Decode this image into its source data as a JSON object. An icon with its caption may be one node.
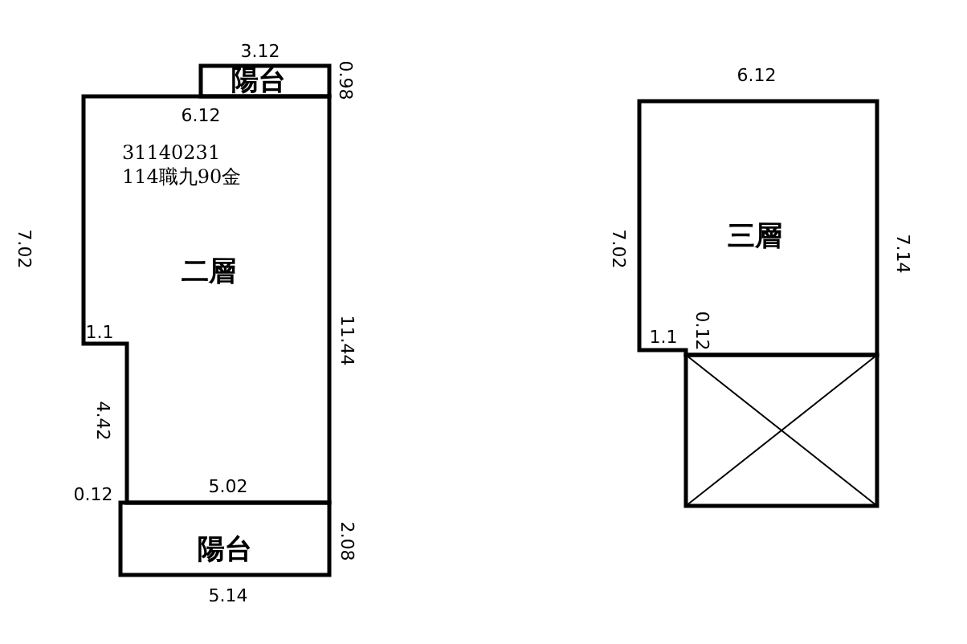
{
  "diagram": {
    "nodes": [
      {
        "text": [
          "陽台"
        ]
      },
      {
        "text": [
          "二層"
        ]
      },
      {
        "text": [
          "陽台"
        ]
      },
      {
        "text": [
          "三層"
        ]
      },
      {
        "text": [],
        "shape": "box"
      }
    ],
    "labels": [
      "3.12",
      "0.98",
      "6.12",
      "31140231",
      "114職九90金",
      "6.12",
      "7.02",
      "7.02",
      "7.14",
      "11.44",
      "1.1",
      "1.1",
      "0.12",
      "4.42",
      "0.12",
      "5.02",
      "2.08",
      "5.14"
    ]
  }
}
